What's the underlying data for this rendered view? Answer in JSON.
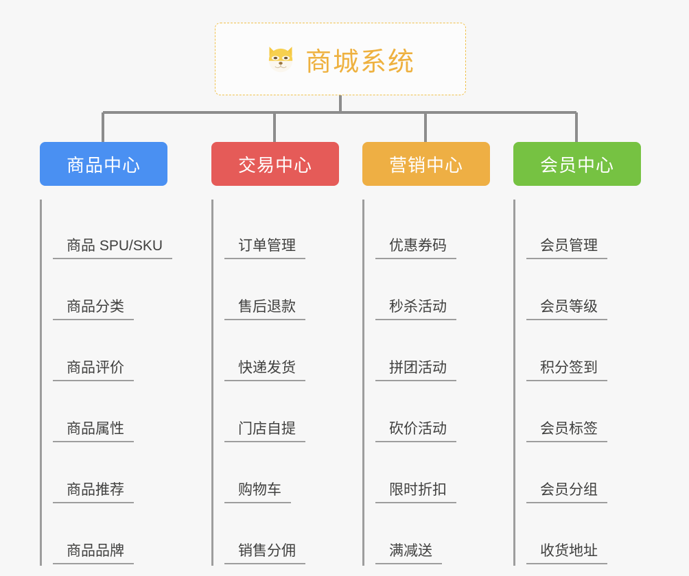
{
  "page": {
    "background_color": "#f7f7f7",
    "line_color": "#9d9d9d"
  },
  "root": {
    "title": "商城系统",
    "icon": "dog-face-icon",
    "icon_glyph": "🐶",
    "border_color": "#f0c14b",
    "text_color": "#eeb13f",
    "background_color": "#fcfcfc"
  },
  "categories": [
    {
      "label": "商品中心",
      "color": "#4a90f2",
      "items": [
        "商品 SPU/SKU",
        "商品分类",
        "商品评价",
        "商品属性",
        "商品推荐",
        "商品品牌"
      ]
    },
    {
      "label": "交易中心",
      "color": "#e55b58",
      "items": [
        "订单管理",
        "售后退款",
        "快递发货",
        "门店自提",
        "购物车",
        "销售分佣"
      ]
    },
    {
      "label": "营销中心",
      "color": "#eeaf44",
      "items": [
        "优惠券码",
        "秒杀活动",
        "拼团活动",
        "砍价活动",
        "限时折扣",
        "满减送"
      ]
    },
    {
      "label": "会员中心",
      "color": "#76c242",
      "items": [
        "会员管理",
        "会员等级",
        "积分签到",
        "会员标签",
        "会员分组",
        "收货地址"
      ]
    }
  ]
}
